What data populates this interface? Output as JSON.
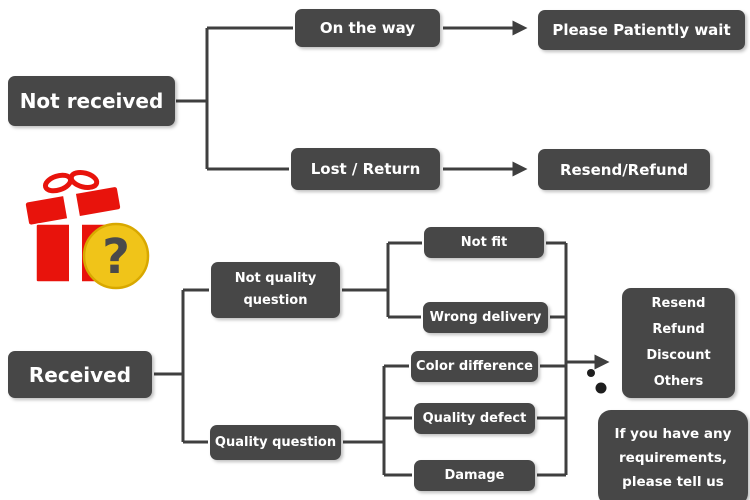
{
  "flowchart": {
    "not_received": "Not received",
    "on_the_way": "On the way",
    "patiently_wait": "Please Patiently wait",
    "lost_return": "Lost / Return",
    "resend_refund": "Resend/Refund",
    "received": "Received",
    "not_quality_question": {
      "lines": [
        "Not quality",
        "question"
      ]
    },
    "not_fit": "Not fit",
    "wrong_delivery": "Wrong delivery",
    "color_difference": "Color difference",
    "quality_defect": "Quality defect",
    "damage": "Damage",
    "quality_question": "Quality question",
    "outcomes": {
      "lines": [
        "Resend",
        "Refund",
        "Discount",
        "Others"
      ]
    },
    "requirements": {
      "lines": [
        "If you have any",
        "requirements,",
        "please tell us"
      ]
    }
  },
  "icons": {
    "gift": "gift-box-icon",
    "question_mark": "?"
  },
  "colors": {
    "node_bg": "#474747",
    "node_text": "#ffffff",
    "connector": "#3f3f3f",
    "gift_red": "#e8130c",
    "question_yellow": "#f0c419"
  }
}
